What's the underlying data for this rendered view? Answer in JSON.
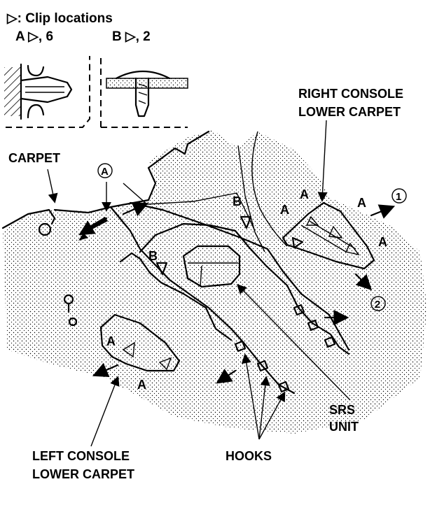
{
  "legend": {
    "title": "▷: Clip locations",
    "clip_a": "A ▷, 6",
    "clip_b": "B ▷, 2"
  },
  "labels": {
    "right_console_line1": "RIGHT CONSOLE",
    "right_console_line2": "LOWER CARPET",
    "carpet": "CARPET",
    "circle_a": "A",
    "srs_line1": "SRS",
    "srs_line2": "UNIT",
    "left_console_line1": "LEFT CONSOLE",
    "left_console_line2": "LOWER CARPET",
    "hooks": "HOOKS",
    "step_1": "1",
    "step_2": "2"
  },
  "clip_markers": {
    "a": "A",
    "b": "B"
  }
}
